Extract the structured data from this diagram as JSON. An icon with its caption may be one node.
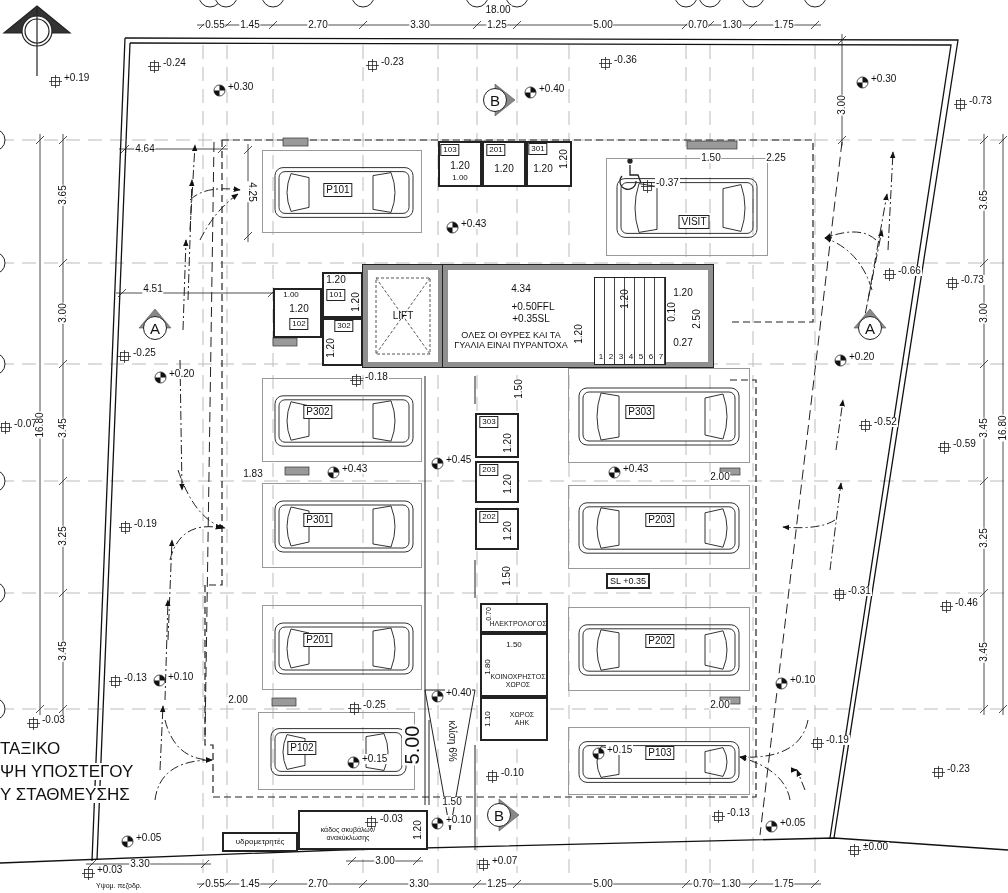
{
  "diagram": {
    "nodes": [
      {
        "text": [
          "B"
        ]
      },
      {
        "text": [
          "P101"
        ]
      },
      {
        "text": [
          "103",
          "1.20",
          "1.00"
        ]
      },
      {
        "text": [
          "201",
          "1.20"
        ]
      },
      {
        "text": [
          "301",
          "1.20",
          "1.20"
        ]
      },
      {
        "text": [
          "VISIT"
        ]
      },
      {
        "text": [
          "1.20",
          "101",
          "1.20"
        ]
      },
      {
        "text": [
          "1.00",
          "1.20",
          "102"
        ]
      },
      {
        "text": [
          "302",
          "1.20"
        ]
      },
      {
        "text": [
          "LIFT"
        ]
      },
      {
        "text": [
          "4.34",
          "+0.50FFL",
          "+0.35SL",
          "ΟΛΕΣ ΟΙ ΘΥΡΕΣ ΚΑΙ ΤΑ ΓΥΑΛΙΑ ΕΙΝΑΙ ΠΥΡΑΝΤΟΧΑ",
          "1.20",
          "1.20",
          "0.10",
          "2.50",
          "0.27"
        ]
      },
      {
        "text": [
          "1.20",
          "1",
          "2",
          "3",
          "4",
          "5",
          "6",
          "7"
        ],
        "in": 10
      },
      {
        "text": [
          "A"
        ]
      },
      {
        "text": [
          "A"
        ]
      },
      {
        "text": [
          "P302"
        ]
      },
      {
        "text": [
          "P303"
        ]
      },
      {
        "text": [
          "303",
          "1.20"
        ]
      },
      {
        "text": [
          "203",
          "1.20"
        ]
      },
      {
        "text": [
          "P301"
        ]
      },
      {
        "text": [
          "P203"
        ]
      },
      {
        "text": [
          "202",
          "1.20"
        ]
      },
      {
        "text": [
          "SL +0.35"
        ]
      },
      {
        "text": [
          "ΗΛΕΚΤΡΟΛΟΓΟΣ",
          "0.70"
        ]
      },
      {
        "text": [
          "P201"
        ]
      },
      {
        "text": [
          "P202"
        ]
      },
      {
        "text": [
          "1.50",
          "1.80",
          "ΚΟΙΝΟΧΡΗΣΤΟΣ ΧΩΡΟΣ"
        ]
      },
      {
        "text": [
          "ΧΩΡΟΣ ΑΗΚ",
          "1.10"
        ]
      },
      {
        "text": [
          "P102"
        ]
      },
      {
        "text": [
          "P103"
        ]
      },
      {
        "text": [
          "B"
        ]
      },
      {
        "text": [
          "κάδος σκυβάλων/ανακύκλωσης",
          "1.20"
        ]
      },
      {
        "text": [
          "υδρομετρητές"
        ]
      }
    ],
    "labels": [
      "18.00",
      "0.55",
      "1.45",
      "2.70",
      "3.30",
      "1.25",
      "5.00",
      "0.70",
      "1.30",
      "1.75",
      "-0.24",
      "+0.19",
      "+0.30",
      "-0.23",
      "+0.40",
      "-0.36",
      "+0.30",
      "-0.73",
      "3.00",
      "4.64",
      "3.65",
      "4.25",
      "1.50",
      "2.25",
      "-0.37",
      "3.65",
      "+0.43",
      "-0.66",
      "-0.73",
      "4.51",
      "3.00",
      "3.00",
      "-0.25",
      "+0.20",
      "+0.20",
      "-0.18",
      "1.50",
      "-0.07",
      "16.80",
      "3.45",
      "-0.52",
      "3.45",
      "16.80",
      "-0.59",
      "+0.45",
      "1.83",
      "+0.43",
      "+0.43",
      "2.00",
      "-0.19",
      "3.25",
      "3.25",
      "-0.31",
      "-0.46",
      "1.50",
      "3.45",
      "3.45",
      "-0.13",
      "+0.10",
      "+0.10",
      "+0.40",
      "2.00",
      "-0.25",
      "2.00",
      "-0.03",
      "-0.19",
      "ΤΑΞΙΚΟ",
      "ΨΗ ΥΠΟΣΤΕΓΟΥ",
      "Υ ΣΤΑΘΜΕΥΣΗΣ",
      "5.00",
      "κλίση 6%",
      "+0.15",
      "+0.15",
      "-0.23",
      "-0.10",
      "1.50",
      "-0.13",
      "+0.05",
      "+0.05",
      "-0.03",
      "+0.10",
      "±0.00",
      "3.30",
      "3.00",
      "+0.07",
      "+0.03",
      "Υψομ. πεζοδρ.",
      "0.55",
      "1.45",
      "2.70",
      "3.30",
      "1.25",
      "5.00",
      "0.70",
      "1.30",
      "1.75"
    ]
  }
}
